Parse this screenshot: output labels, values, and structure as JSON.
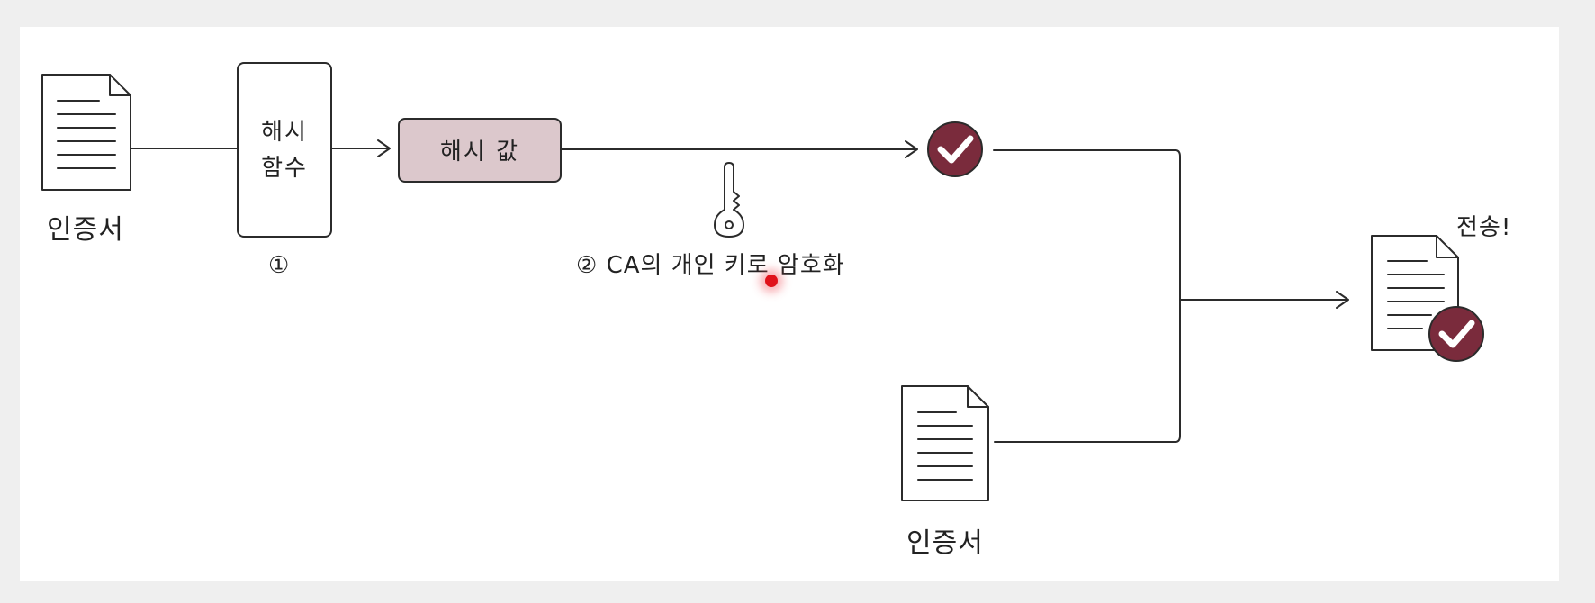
{
  "diagram": {
    "source_doc_label": "인증서",
    "hash_function_line1": "해시",
    "hash_function_line2": "함수",
    "step1_marker": "①",
    "hash_value_label": "해시 값",
    "step2_label": "② CA의 개인 키로 암호화",
    "second_doc_label": "인증서",
    "send_label": "전송!"
  },
  "colors": {
    "background": "#efefef",
    "canvas": "#ffffff",
    "stroke": "#2b2b2b",
    "hash_value_fill": "#dcc8cc",
    "check_badge": "#7a2b3c",
    "laser_pointer": "#e0111a"
  },
  "icons": [
    "document-icon",
    "key-icon",
    "check-circle-icon",
    "laser-pointer-dot"
  ]
}
